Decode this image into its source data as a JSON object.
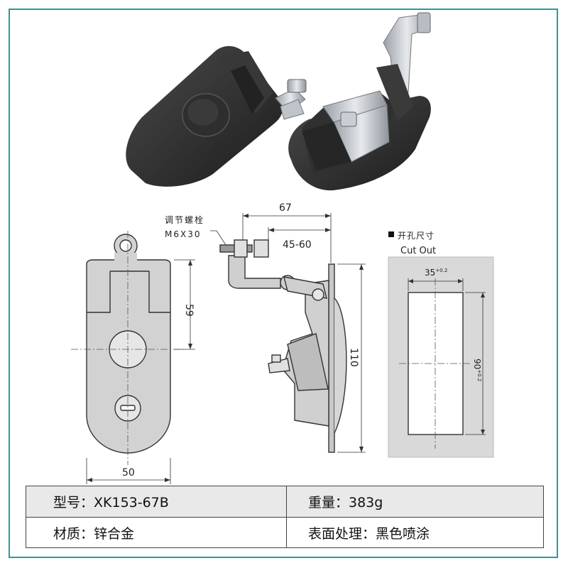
{
  "annotations": {
    "bolt_label_line1": "调节螺栓",
    "bolt_label_line2": "M6X30",
    "cutout_title": "开孔尺寸",
    "cutout_subtitle": "Cut Out"
  },
  "dimensions": {
    "overall_depth": "67",
    "adjust_range": "45-60",
    "upper_height": "59",
    "body_height": "110",
    "body_width": "50",
    "cutout_width": "35",
    "cutout_width_tol": "+0.2",
    "cutout_height": "90",
    "cutout_height_tol": "+0.2"
  },
  "specs": {
    "model": "型号：XK153-67B",
    "weight": "重量：383g",
    "material": "材质：锌合金",
    "finish": "表面处理：黑色喷涂"
  },
  "colors": {
    "frame": "#2a9a9a",
    "body_black": "#2b2b2b",
    "zinc": "#c9ced4",
    "table_shade": "#e9e9e9"
  }
}
